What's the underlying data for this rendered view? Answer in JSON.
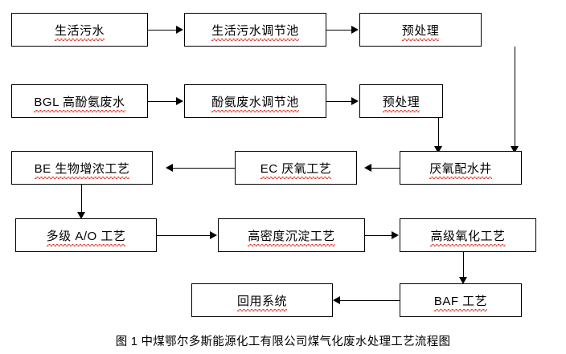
{
  "figure": {
    "caption": "图 1  中煤鄂尔多斯能源化工有限公司煤气化废水处理工艺流程图",
    "background_color": "#ffffff",
    "line_color": "#000000",
    "spellcheck_underline_color": "#e03b2f"
  },
  "nodes": [
    {
      "id": "domestic-sewage",
      "label": "生活污水"
    },
    {
      "id": "domestic-sewage-tank",
      "label": "生活污水调节池"
    },
    {
      "id": "pretreatment-1",
      "label": "预处理"
    },
    {
      "id": "bgl-phenol-ammonia",
      "label": "BGL 高酚氨废水"
    },
    {
      "id": "phenol-ammonia-tank",
      "label": "酚氨废水调节池"
    },
    {
      "id": "pretreatment-2",
      "label": "预处理"
    },
    {
      "id": "anaerobic-distribution-well",
      "label": "厌氧配水井"
    },
    {
      "id": "ec-anaerobic-process",
      "label": "EC 厌氧工艺"
    },
    {
      "id": "be-bio-enrichment",
      "label": "BE 生物增浓工艺"
    },
    {
      "id": "multistage-ao",
      "label": "多级 A/O 工艺"
    },
    {
      "id": "high-density-sedimentation",
      "label": "高密度沉淀工艺"
    },
    {
      "id": "advanced-oxidation",
      "label": "高级氧化工艺"
    },
    {
      "id": "baf-process",
      "label": "BAF 工艺"
    },
    {
      "id": "reuse-system",
      "label": "回用系统"
    }
  ],
  "flow_edges": [
    {
      "from": "domestic-sewage",
      "to": "domestic-sewage-tank"
    },
    {
      "from": "domestic-sewage-tank",
      "to": "pretreatment-1"
    },
    {
      "from": "pretreatment-1",
      "to": "anaerobic-distribution-well"
    },
    {
      "from": "bgl-phenol-ammonia",
      "to": "phenol-ammonia-tank"
    },
    {
      "from": "phenol-ammonia-tank",
      "to": "pretreatment-2"
    },
    {
      "from": "pretreatment-2",
      "to": "anaerobic-distribution-well"
    },
    {
      "from": "anaerobic-distribution-well",
      "to": "ec-anaerobic-process"
    },
    {
      "from": "ec-anaerobic-process",
      "to": "be-bio-enrichment"
    },
    {
      "from": "be-bio-enrichment",
      "to": "multistage-ao"
    },
    {
      "from": "multistage-ao",
      "to": "high-density-sedimentation"
    },
    {
      "from": "high-density-sedimentation",
      "to": "advanced-oxidation"
    },
    {
      "from": "advanced-oxidation",
      "to": "baf-process"
    },
    {
      "from": "baf-process",
      "to": "reuse-system"
    }
  ]
}
